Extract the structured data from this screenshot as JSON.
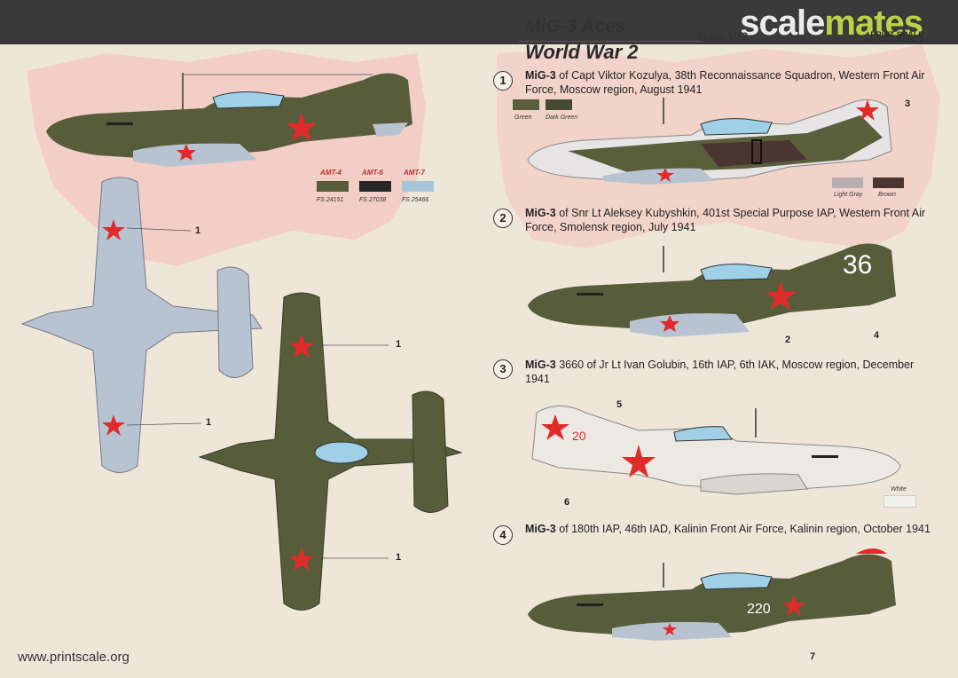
{
  "header": {
    "brand_part1": "scale",
    "brand_part2": "mates",
    "title_line1": "MiG-3 Aces",
    "title_line2": "World War 2",
    "scale_label": "Scale 1/72",
    "publisher_logo": "PRINT SCALE",
    "publisher_sub": "WET TRANSFER DECALS"
  },
  "colors": {
    "olive_green": "#555a38",
    "light_blue_gray": "#b8c3d2",
    "red_star": "#e02b2b",
    "background": "#efe6da",
    "map_pink": "#f3c6c0"
  },
  "paint_chips": [
    {
      "name": "AMT-4",
      "fs": "FS 24151",
      "color": "#575c3a"
    },
    {
      "name": "AMT-6",
      "fs": "FS 27038",
      "color": "#262626"
    },
    {
      "name": "AMT-7",
      "fs": "FS 25466",
      "color": "#a7c4dd"
    }
  ],
  "profiles": [
    {
      "number": "1",
      "bold": "MiG-3",
      "text": " of Capt Viktor Kozulya, 38th Reconnaissance Squadron, Western Front Air Force, Moscow region, August 1941",
      "swatches_a": [
        {
          "label": "Green",
          "color": "#5a5f3b"
        },
        {
          "label": "Dark Green",
          "color": "#464a30"
        }
      ],
      "swatches_b": [
        {
          "label": "Light Gray",
          "color": "#b6aeb2"
        },
        {
          "label": "Brown",
          "color": "#4b3530"
        }
      ],
      "callouts": [
        "3"
      ]
    },
    {
      "number": "2",
      "bold": "MiG-3",
      "text": " of Snr Lt Aleksey Kubyshkin, 401st Special Purpose IAP, Western Front Air Force, Smolensk region, July 1941",
      "tail_code": "36",
      "callouts": [
        "2",
        "4"
      ]
    },
    {
      "number": "3",
      "bold": "MiG-3",
      "text": " 3660 of Jr Lt Ivan Golubin, 16th IAP, 6th IAK, Moscow region, December 1941",
      "tail_code": "20",
      "swatch_label": "White",
      "callouts": [
        "5",
        "6"
      ]
    },
    {
      "number": "4",
      "bold": "MiG-3",
      "text": " of 180th IAP, 46th IAD, Kalinin Front Air Force, Kalinin region, October 1941",
      "tail_code": "220",
      "callouts": [
        "7"
      ]
    }
  ],
  "plan_callouts": [
    "1",
    "1",
    "1",
    "1"
  ],
  "footer": {
    "url": "www.printscale.org"
  }
}
